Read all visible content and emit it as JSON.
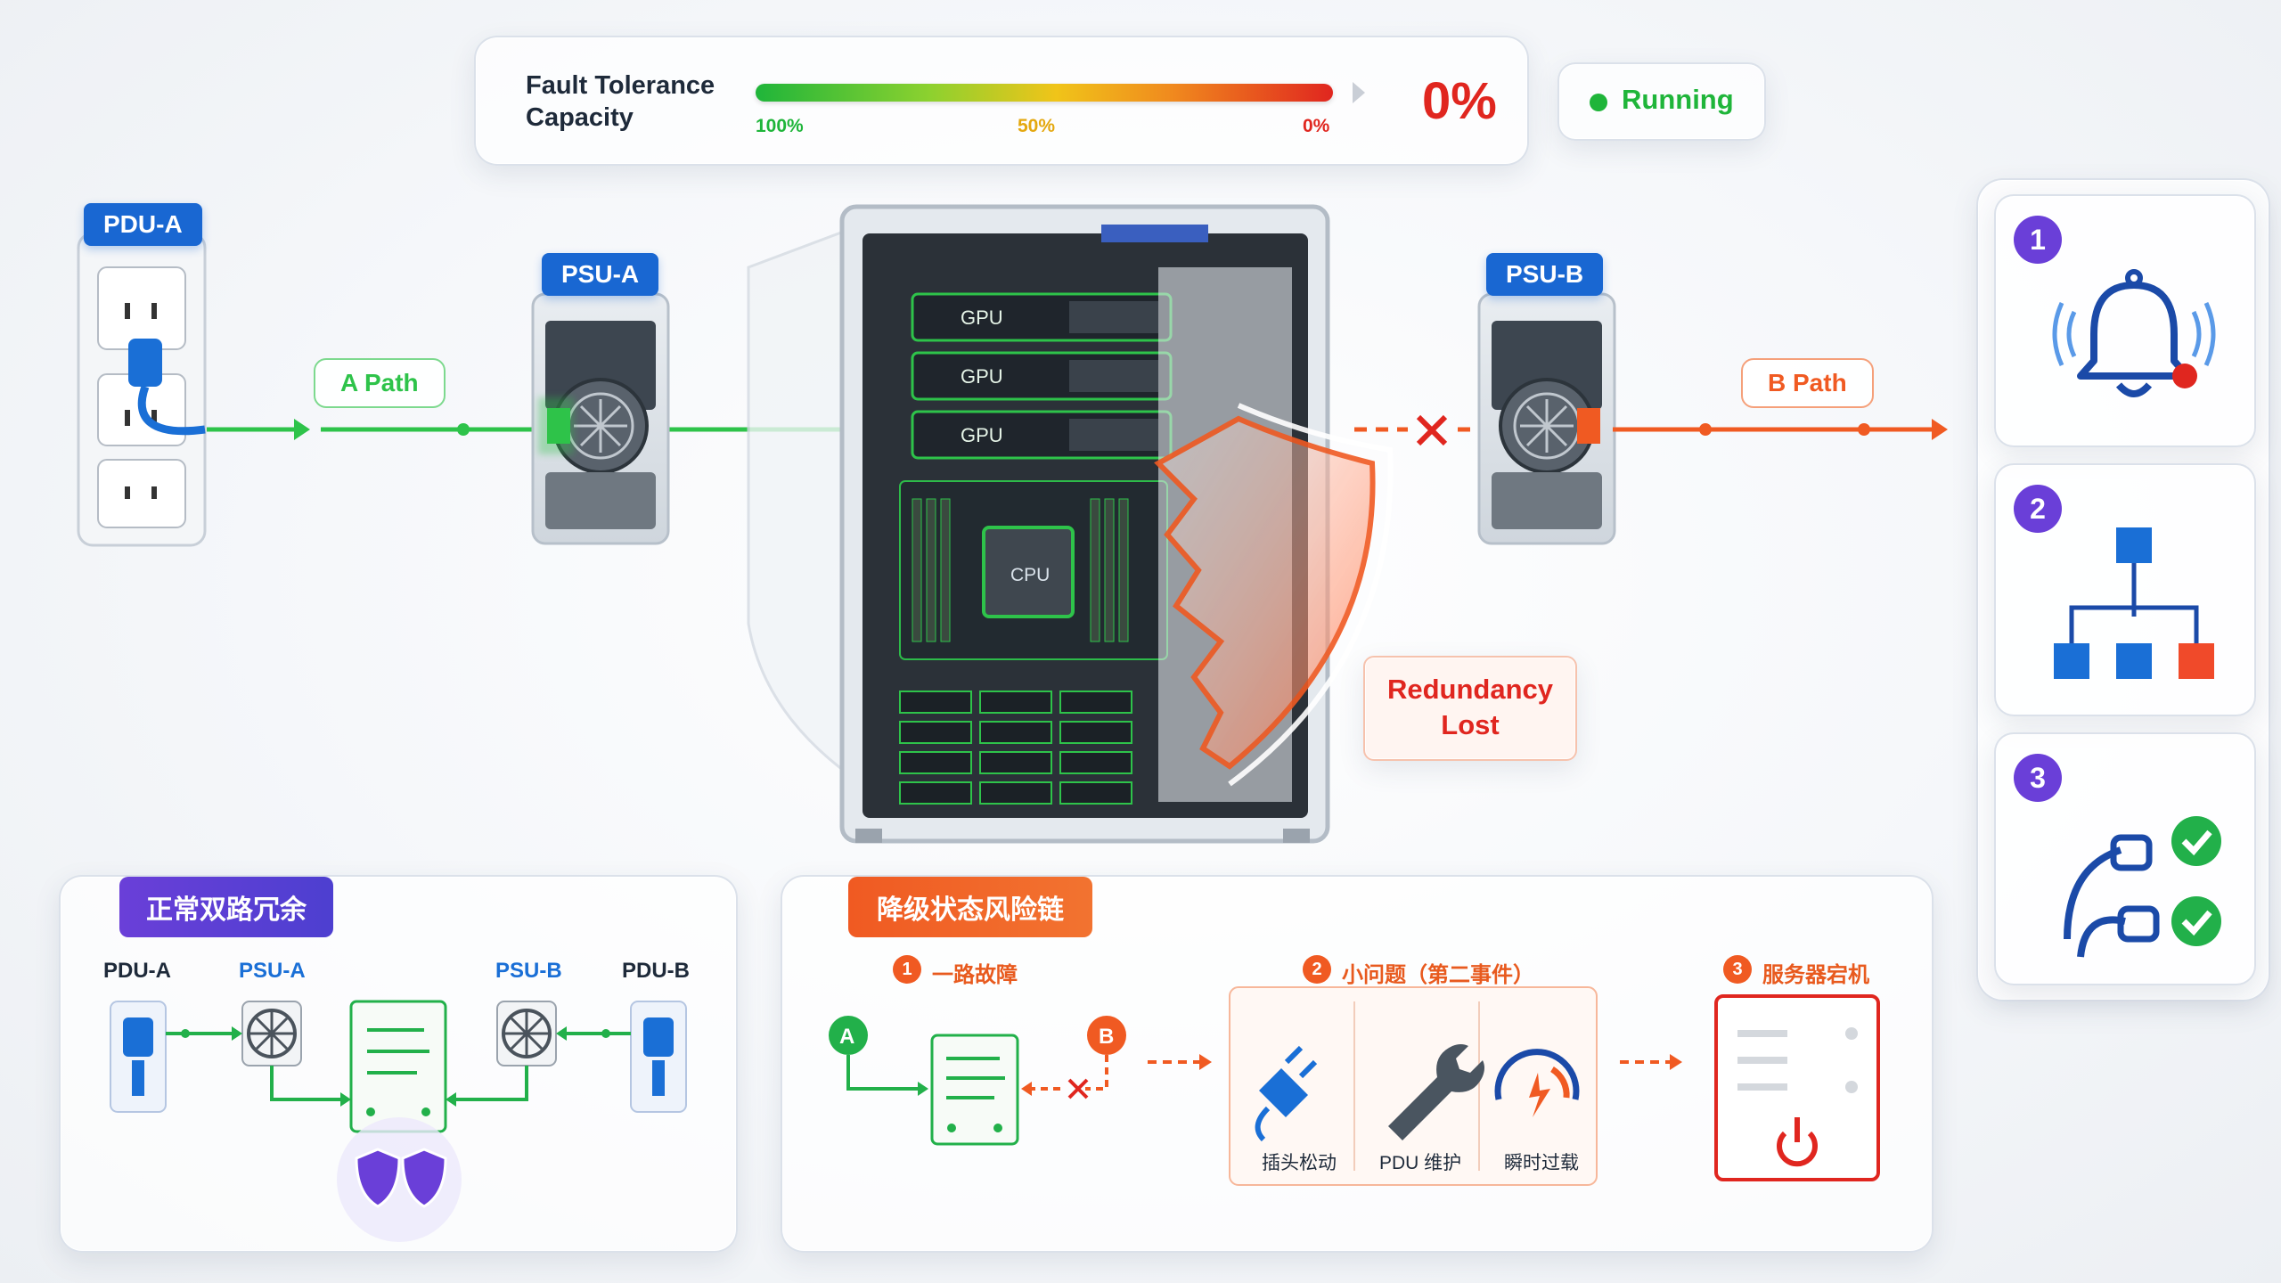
{
  "status_bar": {
    "title_line1": "Fault Tolerance",
    "title_line2": "Capacity",
    "tick_100": "100%",
    "tick_50": "50%",
    "tick_0": "0%",
    "value": "0%",
    "status_label": "Running",
    "colors": {
      "green": "#1fb53a",
      "yellow": "#f0c419",
      "red": "#e0261f",
      "value": "#e0261f"
    }
  },
  "topology": {
    "pdu_a": "PDU-A",
    "psu_a": "PSU-A",
    "psu_b": "PSU-B",
    "path_a": "A Path",
    "path_b": "B Path",
    "gpu_labels": [
      "GPU",
      "GPU",
      "GPU"
    ],
    "cpu_label": "CPU",
    "redundancy_line1": "Redundancy",
    "redundancy_line2": "Lost",
    "colors": {
      "path_a": "#2ec34a",
      "path_b": "#f05a22",
      "tag": "#1967d2"
    }
  },
  "steps_panel": {
    "steps": [
      {
        "number": "1",
        "icon": "alarm-bell-icon"
      },
      {
        "number": "2",
        "icon": "hierarchy-tree-icon"
      },
      {
        "number": "3",
        "icon": "cables-check-icon"
      }
    ]
  },
  "normal_panel": {
    "title": "正常双路冗余",
    "labels": [
      "PDU-A",
      "PSU-A",
      "PSU-B",
      "PDU-B"
    ]
  },
  "risk_panel": {
    "title": "降级状态风险链",
    "step1_num": "1",
    "step1_label": "一路故障",
    "step2_num": "2",
    "step2_label": "小问题（第二事件）",
    "step3_num": "3",
    "step3_label": "服务器宕机",
    "node_a": "A",
    "node_b": "B",
    "events": [
      "插头松动",
      "PDU 维护",
      "瞬时过载"
    ]
  }
}
